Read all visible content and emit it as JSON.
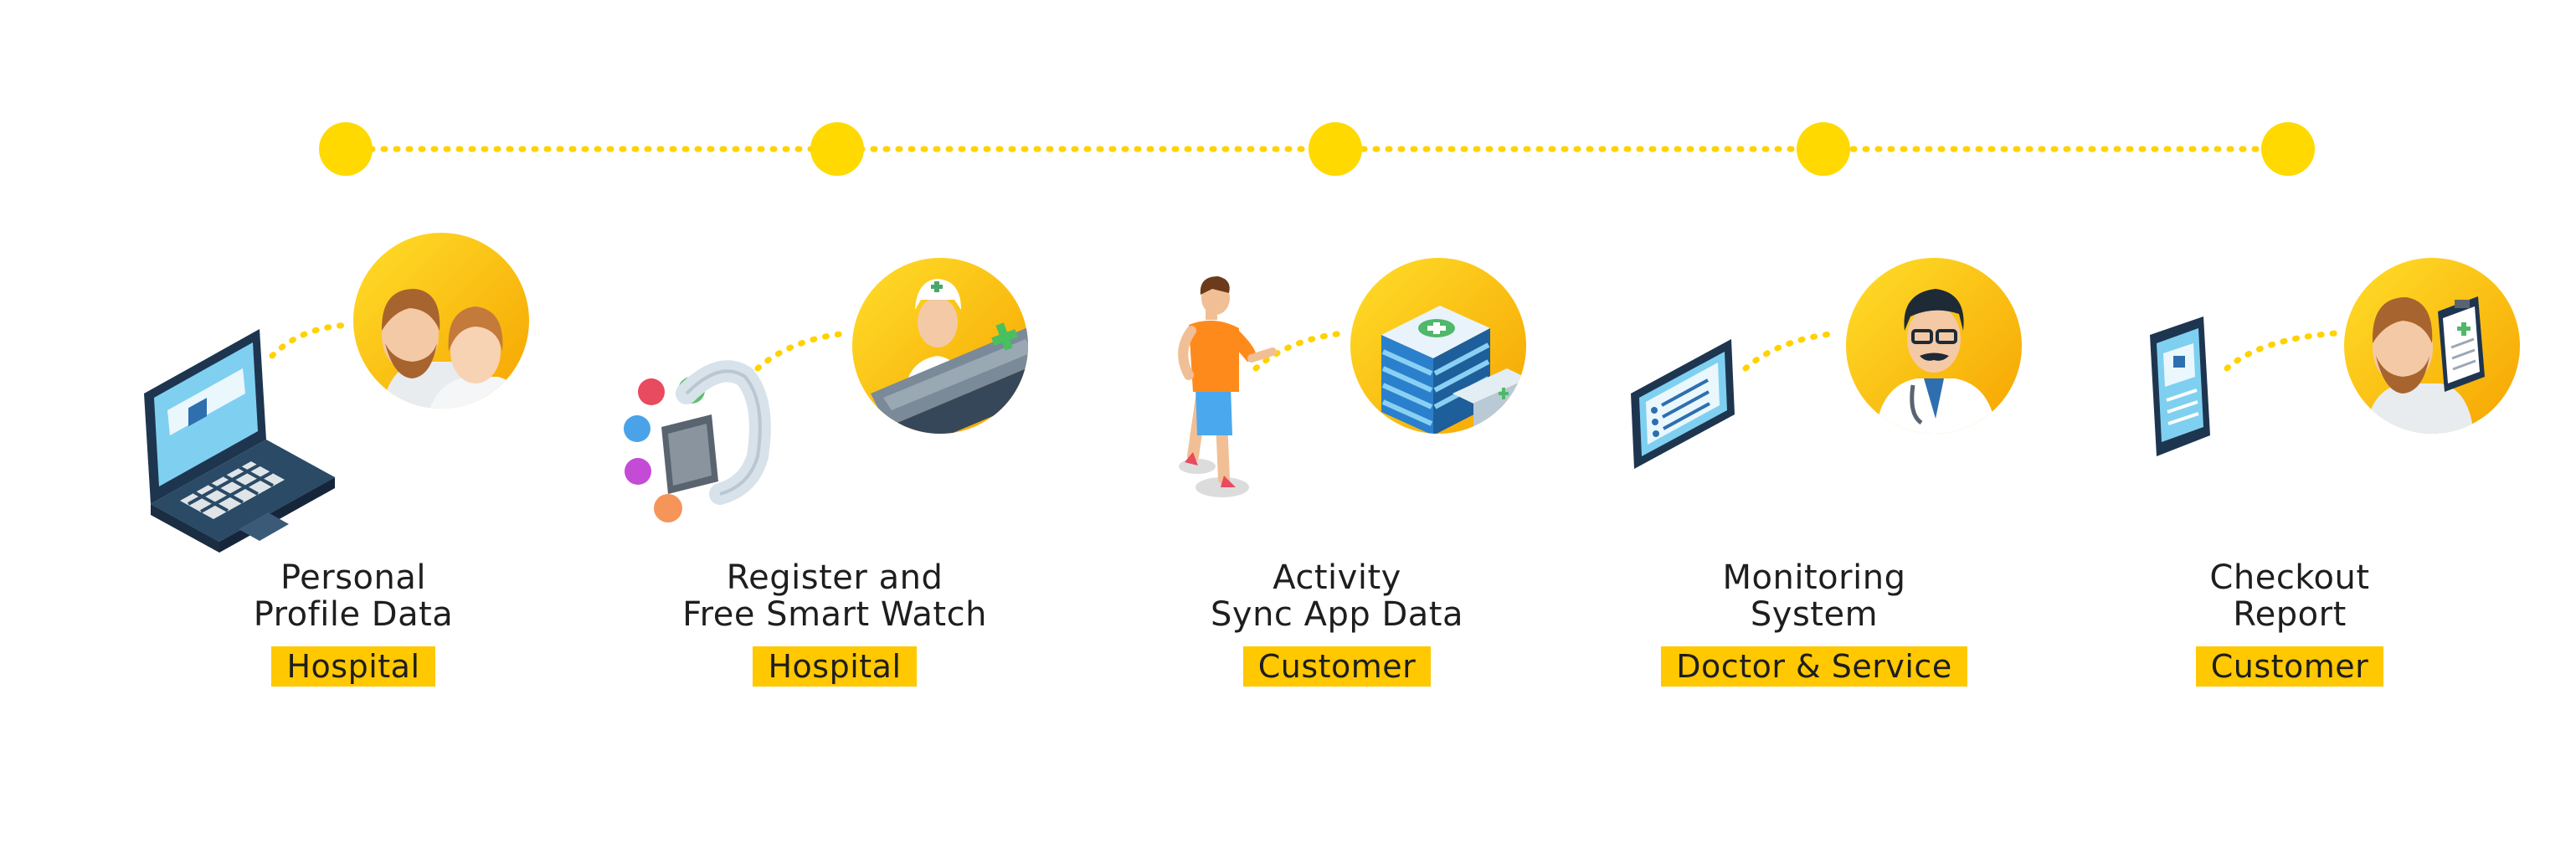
{
  "colors": {
    "accent": "#ffd200",
    "accent_dark": "#f5a000",
    "navy": "#1e3550",
    "screen": "#7fd0f0",
    "text": "#1e1e1e",
    "badge": "#ffc800"
  },
  "steps": [
    {
      "line1": "Personal",
      "line2": "Profile Data",
      "badge": "Hospital",
      "device_icon": "laptop-icon",
      "avatar_icon": "patients-avatar-icon"
    },
    {
      "line1": "Register and",
      "line2": "Free Smart Watch",
      "badge": "Hospital",
      "device_icon": "smart-watch-icon",
      "avatar_icon": "nurse-reception-icon"
    },
    {
      "line1": "Activity",
      "line2": "Sync App Data",
      "badge": "Customer",
      "device_icon": "runner-icon",
      "avatar_icon": "hospital-building-icon"
    },
    {
      "line1": "Monitoring",
      "line2": "System",
      "badge": "Doctor & Service",
      "device_icon": "tablet-icon",
      "avatar_icon": "doctor-avatar-icon"
    },
    {
      "line1": "Checkout",
      "line2": "Report",
      "badge": "Customer",
      "device_icon": "smartphone-icon",
      "avatar_icon": "patient-report-icon"
    }
  ]
}
